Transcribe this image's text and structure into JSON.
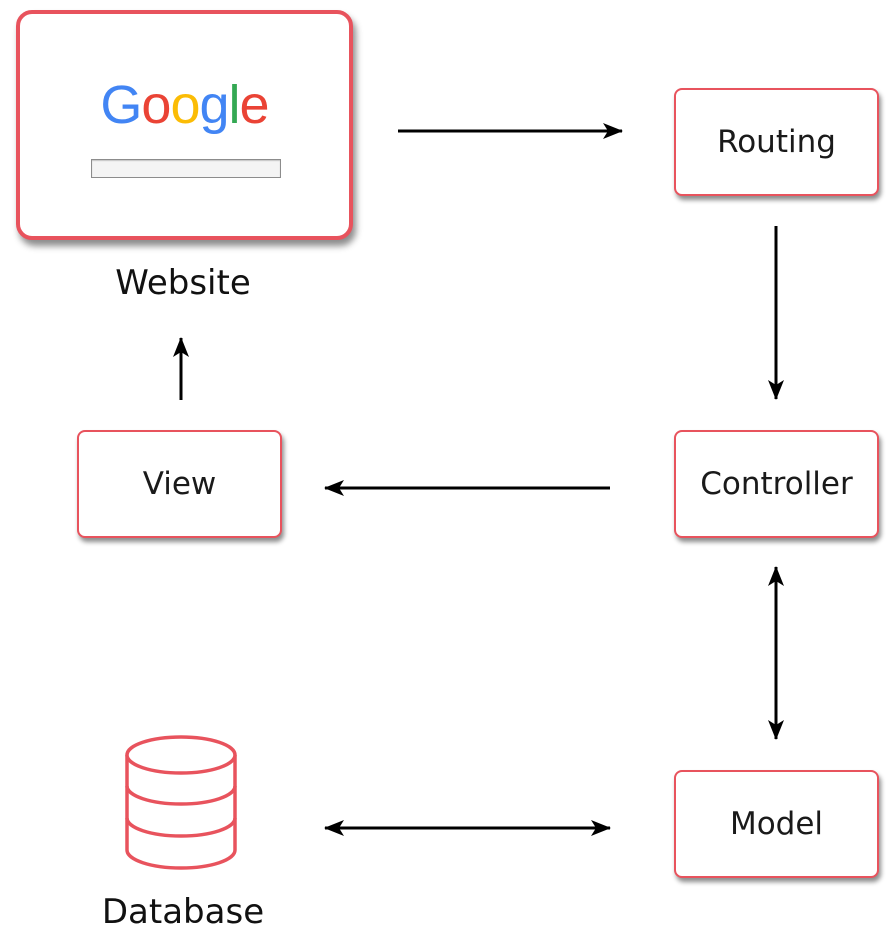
{
  "website": {
    "logo_letters": [
      {
        "char": "G",
        "color": "#4285F4"
      },
      {
        "char": "o",
        "color": "#EA4335"
      },
      {
        "char": "o",
        "color": "#FBBC05"
      },
      {
        "char": "g",
        "color": "#4285F4"
      },
      {
        "char": "l",
        "color": "#34A853"
      },
      {
        "char": "e",
        "color": "#EA4335"
      }
    ],
    "label": "Website"
  },
  "nodes": {
    "routing": "Routing",
    "controller": "Controller",
    "view": "View",
    "model": "Model",
    "database": "Database"
  },
  "colors": {
    "border": "#e8535d",
    "arrow": "#000000"
  },
  "edges": [
    {
      "from": "website",
      "to": "routing",
      "direction": "forward"
    },
    {
      "from": "routing",
      "to": "controller",
      "direction": "forward"
    },
    {
      "from": "controller",
      "to": "view",
      "direction": "forward"
    },
    {
      "from": "view",
      "to": "website",
      "direction": "forward"
    },
    {
      "from": "controller",
      "to": "model",
      "direction": "both"
    },
    {
      "from": "database",
      "to": "model",
      "direction": "both"
    }
  ]
}
